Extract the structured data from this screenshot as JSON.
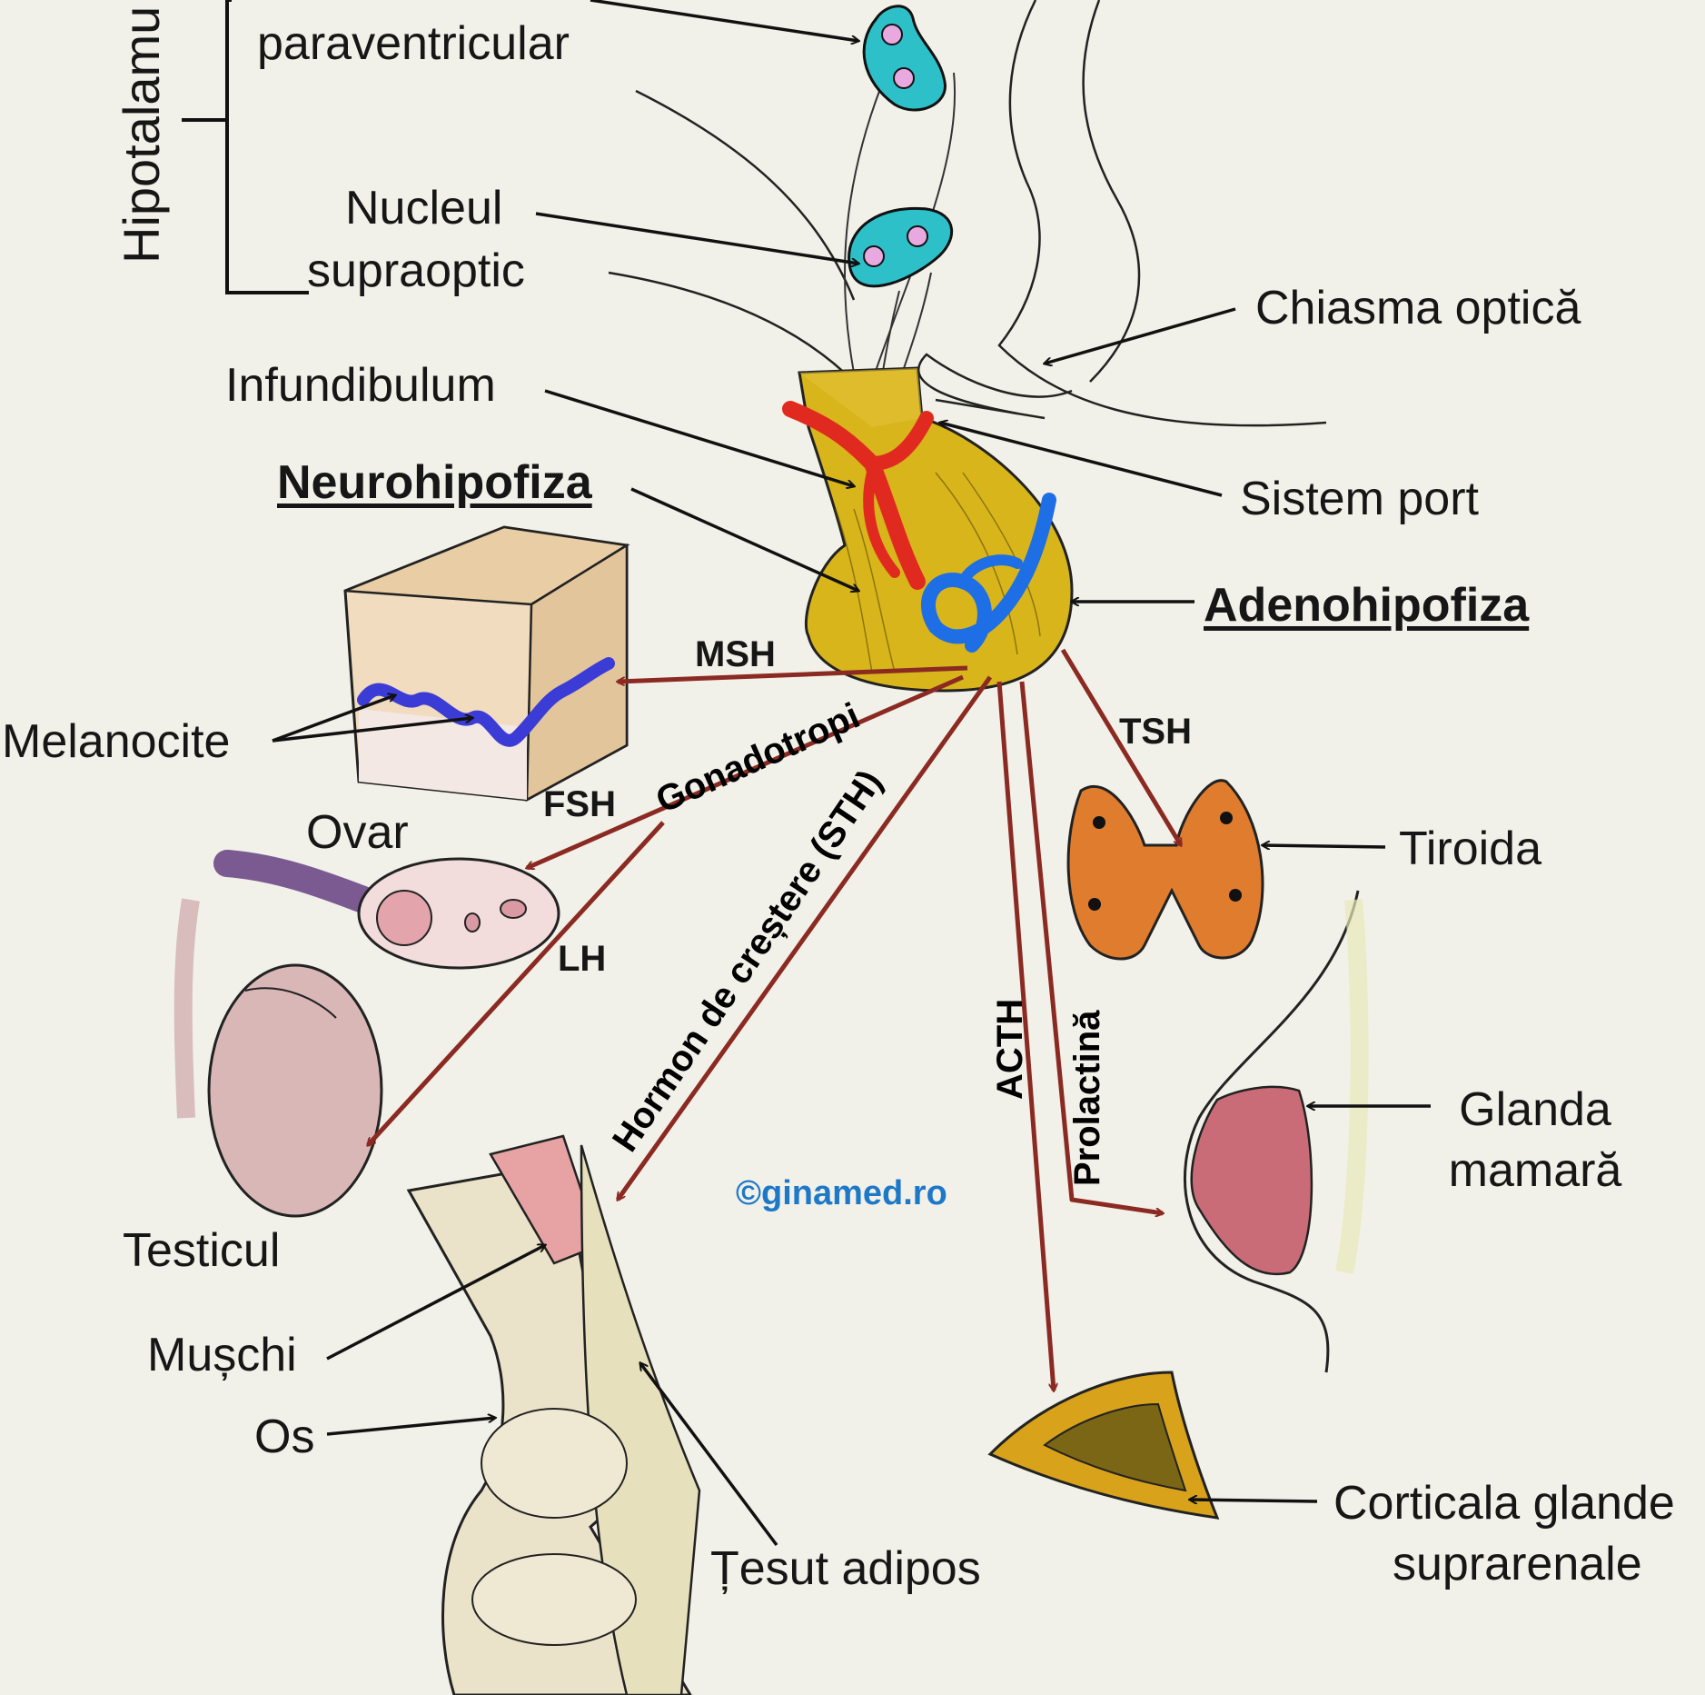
{
  "colors": {
    "background": "#f1f1e9",
    "hormone_arrow": "#8b2a22",
    "portal_artery": "#e12a1f",
    "portal_vein": "#1e6ee6",
    "pituitary": "#d8b51b",
    "nucleus": "#2ec0c9",
    "watermark": "#1e78c8"
  },
  "labels": {
    "hypothalamus": "Hipotalamu",
    "paraventricular": "paraventricular",
    "supraoptic_1": "Nucleul",
    "supraoptic_2": "supraoptic",
    "optic_chiasm": "Chiasma optică",
    "infundibulum": "Infundibulum",
    "portal_system": "Sistem port",
    "neurohypophysis": "Neurohipofiza",
    "adenohypophysis": "Adenohipofiza",
    "melanocytes": "Melanocite",
    "ovary": "Ovar",
    "testicle": "Testicul",
    "thyroid": "Tiroida",
    "mammary_1": "Glanda",
    "mammary_2": "mamară",
    "muscle": "Mușchi",
    "bone": "Os",
    "adipose": "Țesut adipos",
    "adrenal_1": "Corticala glande",
    "adrenal_2": "suprarenale"
  },
  "hormones": {
    "msh": "MSH",
    "gonadotropins": "Gonadotropi",
    "growth": "Hormon de creștere (STH)",
    "tsh": "TSH",
    "fsh": "FSH",
    "lh": "LH",
    "acth": "ACTH",
    "prolactin": "Prolactină"
  },
  "watermark": "©ginamed.ro"
}
